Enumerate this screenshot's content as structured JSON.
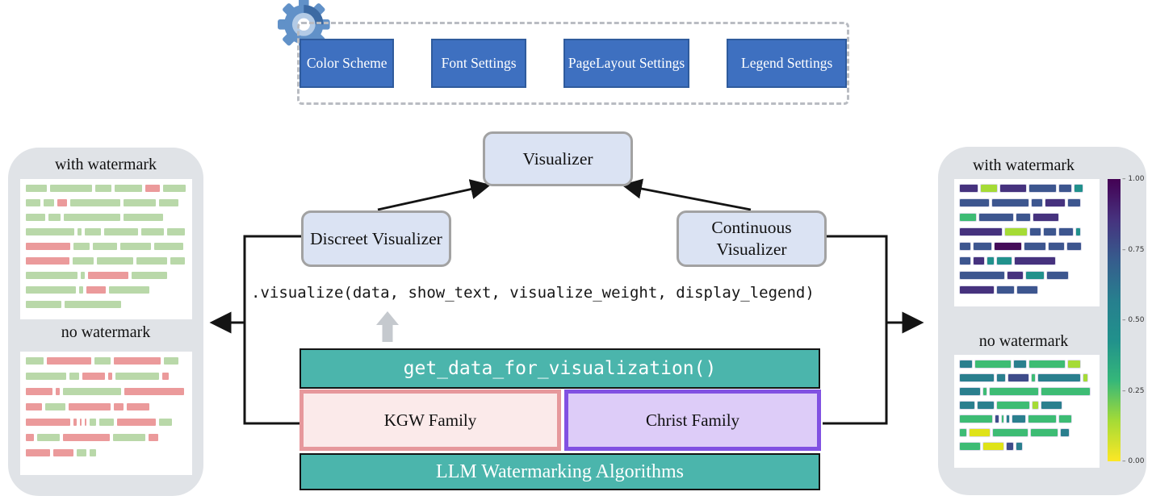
{
  "settings_panel": {
    "icon": "gear-icon",
    "buttons": [
      {
        "label": "Color Scheme"
      },
      {
        "label": "Font Settings"
      },
      {
        "label": "PageLayout Settings"
      },
      {
        "label": "Legend Settings"
      }
    ]
  },
  "flow": {
    "visualizer_label": "Visualizer",
    "discreet_label": "Discreet Visualizer",
    "continuous_label": "Continuous Visualizer",
    "code_line": ".visualize(data, show_text, visualize_weight, display_legend)",
    "get_data_label": "get_data_for_visualization()",
    "kgw_label": "KGW Family",
    "christ_label": "Christ Family",
    "llm_label": "LLM Watermarking Algorithms"
  },
  "left_panel": {
    "with_watermark_label": "with watermark",
    "no_watermark_label": "no watermark",
    "with_rows": [
      [
        [
          26,
          "g"
        ],
        [
          52,
          "g"
        ],
        [
          20,
          "g"
        ],
        [
          34,
          "g"
        ],
        [
          18,
          "r"
        ],
        [
          28,
          "g"
        ]
      ],
      [
        [
          18,
          "g"
        ],
        [
          13,
          "g"
        ],
        [
          12,
          "r"
        ],
        [
          62,
          "g"
        ],
        [
          40,
          "g"
        ],
        [
          24,
          "g"
        ]
      ],
      [
        [
          24,
          "g"
        ],
        [
          15,
          "g"
        ],
        [
          70,
          "g"
        ],
        [
          49,
          "g"
        ]
      ],
      [
        [
          60,
          "g"
        ],
        [
          5,
          "g"
        ],
        [
          20,
          "g"
        ],
        [
          42,
          "g"
        ],
        [
          28,
          "g"
        ],
        [
          22,
          "g"
        ]
      ],
      [
        [
          55,
          "r"
        ],
        [
          20,
          "g"
        ],
        [
          30,
          "g"
        ],
        [
          38,
          "g"
        ],
        [
          36,
          "g"
        ]
      ],
      [
        [
          54,
          "r"
        ],
        [
          26,
          "g"
        ],
        [
          45,
          "g"
        ],
        [
          38,
          "g"
        ],
        [
          18,
          "g"
        ]
      ],
      [
        [
          64,
          "g"
        ],
        [
          5,
          "g"
        ],
        [
          50,
          "r"
        ],
        [
          44,
          "g"
        ]
      ],
      [
        [
          62,
          "g"
        ],
        [
          5,
          "g"
        ],
        [
          24,
          "r"
        ],
        [
          50,
          "g"
        ]
      ],
      [
        [
          44,
          "g"
        ],
        [
          70,
          "g"
        ]
      ]
    ],
    "no_rows": [
      [
        [
          22,
          "g"
        ],
        [
          55,
          "r"
        ],
        [
          20,
          "g"
        ],
        [
          58,
          "r"
        ],
        [
          18,
          "g"
        ]
      ],
      [
        [
          50,
          "g"
        ],
        [
          12,
          "g"
        ],
        [
          28,
          "r"
        ],
        [
          5,
          "r"
        ],
        [
          54,
          "g"
        ],
        [
          8,
          "r"
        ]
      ],
      [
        [
          33,
          "r"
        ],
        [
          5,
          "r"
        ],
        [
          72,
          "g"
        ],
        [
          74,
          "r"
        ]
      ],
      [
        [
          20,
          "r"
        ],
        [
          25,
          "g"
        ],
        [
          52,
          "r"
        ],
        [
          12,
          "r"
        ],
        [
          28,
          "r"
        ]
      ],
      [
        [
          55,
          "r"
        ],
        [
          4,
          "r"
        ],
        [
          2,
          "r"
        ],
        [
          2,
          "r"
        ],
        [
          8,
          "g"
        ],
        [
          18,
          "g"
        ],
        [
          48,
          "r"
        ],
        [
          16,
          "g"
        ]
      ],
      [
        [
          10,
          "r"
        ],
        [
          28,
          "g"
        ],
        [
          58,
          "r"
        ],
        [
          40,
          "g"
        ],
        [
          12,
          "r"
        ]
      ],
      [
        [
          30,
          "r"
        ],
        [
          25,
          "r"
        ],
        [
          12,
          "g"
        ],
        [
          8,
          "g"
        ]
      ]
    ]
  },
  "right_panel": {
    "with_watermark_label": "with watermark",
    "no_watermark_label": "no watermark",
    "with_rows": [
      [
        [
          22,
          "P"
        ],
        [
          20,
          "Y"
        ],
        [
          32,
          "P"
        ],
        [
          33,
          "B"
        ],
        [
          15,
          "B"
        ],
        [
          10,
          "T"
        ]
      ],
      [
        [
          36,
          "B"
        ],
        [
          45,
          "B"
        ],
        [
          13,
          "B"
        ],
        [
          24,
          "P"
        ],
        [
          15,
          "B"
        ]
      ],
      [
        [
          20,
          "G"
        ],
        [
          42,
          "B"
        ],
        [
          17,
          "B"
        ],
        [
          31,
          "P"
        ]
      ],
      [
        [
          52,
          "P"
        ],
        [
          27,
          "Y"
        ],
        [
          13,
          "B"
        ],
        [
          15,
          "B"
        ],
        [
          17,
          "B"
        ],
        [
          5,
          "T"
        ]
      ],
      [
        [
          13,
          "B"
        ],
        [
          22,
          "B"
        ],
        [
          33,
          "D"
        ],
        [
          26,
          "B"
        ],
        [
          19,
          "B"
        ],
        [
          17,
          "B"
        ]
      ],
      [
        [
          13,
          "B"
        ],
        [
          13,
          "P"
        ],
        [
          8,
          "T"
        ],
        [
          18,
          "T"
        ],
        [
          50,
          "P"
        ]
      ],
      [
        [
          55,
          "B"
        ],
        [
          19,
          "P"
        ],
        [
          22,
          "T"
        ],
        [
          26,
          "B"
        ]
      ],
      [
        [
          42,
          "P"
        ],
        [
          21,
          "B"
        ],
        [
          25,
          "B"
        ]
      ]
    ],
    "no_rows": [
      [
        [
          15,
          "C"
        ],
        [
          44,
          "G"
        ],
        [
          15,
          "C"
        ],
        [
          44,
          "G"
        ],
        [
          15,
          "Y"
        ]
      ],
      [
        [
          42,
          "C"
        ],
        [
          10,
          "C"
        ],
        [
          25,
          "N"
        ],
        [
          4,
          "G"
        ],
        [
          52,
          "C"
        ],
        [
          5,
          "Y"
        ]
      ],
      [
        [
          25,
          "C"
        ],
        [
          4,
          "G"
        ],
        [
          60,
          "G"
        ],
        [
          60,
          "G"
        ]
      ],
      [
        [
          18,
          "C"
        ],
        [
          20,
          "C"
        ],
        [
          40,
          "G"
        ],
        [
          7,
          "Y"
        ],
        [
          25,
          "C"
        ]
      ],
      [
        [
          40,
          "G"
        ],
        [
          4,
          "N"
        ],
        [
          2,
          "G"
        ],
        [
          3,
          "C"
        ],
        [
          16,
          "C"
        ],
        [
          34,
          "G"
        ],
        [
          15,
          "G"
        ]
      ],
      [
        [
          8,
          "G"
        ],
        [
          25,
          "y"
        ],
        [
          43,
          "G"
        ],
        [
          33,
          "G"
        ],
        [
          10,
          "C"
        ]
      ],
      [
        [
          25,
          "G"
        ],
        [
          25,
          "y"
        ],
        [
          8,
          "N"
        ],
        [
          7,
          "C"
        ]
      ]
    ],
    "colorbar": {
      "ticks": [
        "1.00",
        "0.75",
        "0.50",
        "0.25",
        "0.00"
      ]
    }
  },
  "colors": {
    "teal": "#4bb5ac",
    "button_blue": "#3e70c0",
    "node_fill": "#dbe3f3",
    "kgw_border": "#e6989c",
    "christ_border": "#8151e2",
    "panel_gray": "#e0e3e7",
    "bar_palette": {
      "g": "#b9d8a9",
      "r": "#eb9a9b",
      "P": "#46327e",
      "D": "#440c59",
      "B": "#3d568f",
      "T": "#21918c",
      "C": "#2a7f8e",
      "N": "#3e4c8a",
      "G": "#3dbc74",
      "Y": "#a5db36",
      "y": "#dfe318"
    },
    "colorbar_stops": [
      "#440154",
      "#46327e",
      "#365c8d",
      "#277f8e",
      "#21918c",
      "#35b779",
      "#a5db36",
      "#fde725"
    ]
  }
}
